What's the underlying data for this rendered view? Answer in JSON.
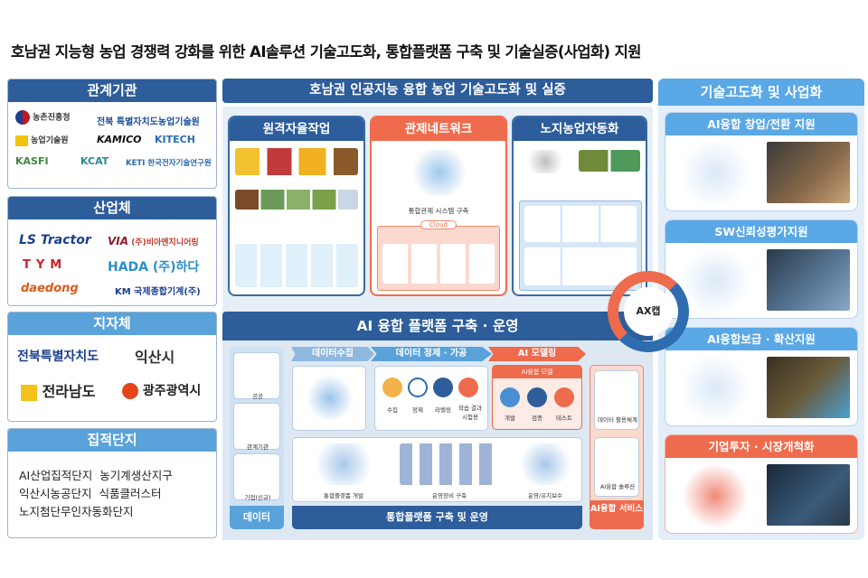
{
  "title": "호남권 지능형 농업 경쟁력 강화를 위한 AI솔루션 기술고도화, 통합플랫폼 구축 및 기술실증(사업화) 지원",
  "left": {
    "agencies": {
      "header": "관계기관",
      "logos": [
        "농촌진흥청",
        "전북 특별자치도농업기술원",
        "농업기술원",
        "KAMICO",
        "KITECH",
        "KASFI",
        "KCAT",
        "KETI 한국전자기술연구원"
      ]
    },
    "industry": {
      "header": "산업체",
      "logos": [
        "LS Tractor",
        "(주)비아엔지니어링",
        "TYM",
        "HADA (주)하다",
        "daedong",
        "KM 국제종합기계(주)"
      ]
    },
    "local_gov": {
      "header": "지자체",
      "items": [
        "전북특별자치도",
        "익산시",
        "전라남도",
        "광주광역시"
      ]
    },
    "clusters": {
      "header": "집적단지",
      "items": [
        "AI산업집적단지",
        "농기계생산지구",
        "익산시농공단지",
        "식품클러스터",
        "노지첨단무인자동화단지"
      ]
    }
  },
  "center": {
    "header": "호남권 인공지능 융합 농업 기술고도화 및 실증",
    "panels": [
      {
        "title": "원격자율작업"
      },
      {
        "title": "관제네트워크",
        "caption": "통합관제 시스템 구축",
        "cloud": "Cloud"
      },
      {
        "title": "노지농업자동화"
      }
    ],
    "ax_label": "AX캡",
    "platform": {
      "header": "AI 융합 플랫폼 구축 · 운영",
      "steps": [
        "데이터수집",
        "데이터 정제 · 가공",
        "AI 모델링"
      ],
      "process": [
        "수집",
        "정제",
        "라벨링",
        "학습 결과 시험용"
      ],
      "model_title": "AI융합 모델",
      "model_steps": [
        "개발",
        "검증",
        "테스트"
      ],
      "data_sources": [
        "공공",
        "관계기관",
        "기업(신규)"
      ],
      "data_label": "데이터",
      "ops": [
        "통합플랫폼 개발",
        "운영장비 구축",
        "운영/유지보수"
      ],
      "ops_label": "통합플랫폼 구축 및 운영",
      "services": [
        "데이터 활용체계",
        "AI융합 솔루션"
      ],
      "service_label": "AI융합 서비스"
    }
  },
  "right": {
    "header": "기술고도화 및 사업화",
    "cards": [
      {
        "title": "AI융합 창업/전환 지원",
        "color": "#5aa8e6"
      },
      {
        "title": "SW신뢰성평가지원",
        "color": "#5aa8e6"
      },
      {
        "title": "AI융합보급 · 확산지원",
        "color": "#5aa8e6"
      },
      {
        "title": "기업투자 · 시장개척화",
        "color": "#ee6b4d"
      }
    ]
  },
  "colors": {
    "navy": "#2d5d9a",
    "sky": "#5aa2da",
    "coral": "#ee6b4d"
  }
}
